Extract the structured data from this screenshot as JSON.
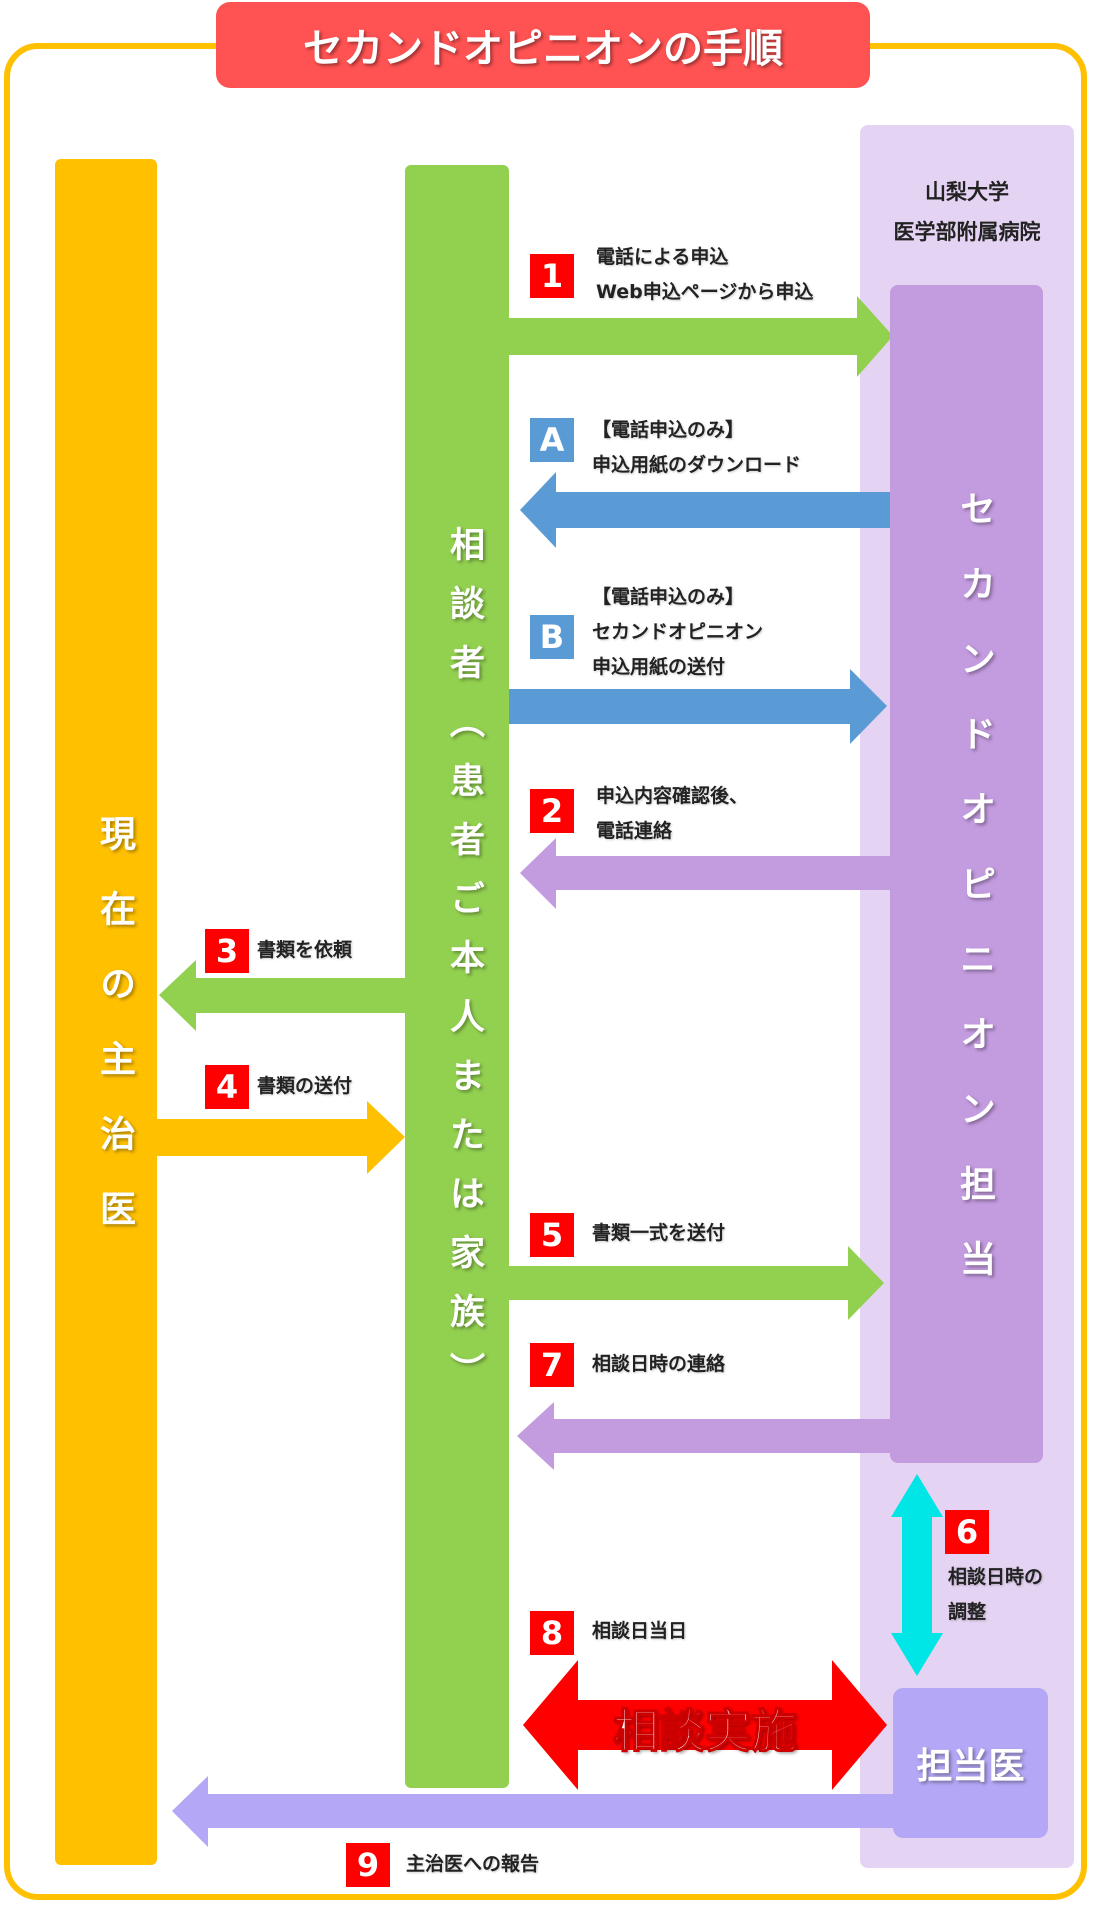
{
  "title": "セカンドオピニオンの手順",
  "actors": {
    "current_doctor": "現在の主治医",
    "patient": "相談者（患者ご本人または家族）",
    "hospital": [
      "山梨大学",
      "医学部附属病院"
    ],
    "staff": "セカンドオピニオン担当",
    "physician": "担当医"
  },
  "steps": [
    {
      "badge": "1",
      "lines": [
        "電話による申込",
        "Web申込ページから申込"
      ]
    },
    {
      "badge": "A",
      "lines": [
        "【電話申込のみ】",
        "申込用紙のダウンロード"
      ]
    },
    {
      "badge": "B",
      "lines": [
        "【電話申込のみ】",
        "セカンドオピニオン",
        "申込用紙の送付"
      ]
    },
    {
      "badge": "2",
      "lines": [
        "申込内容確認後、",
        "電話連絡"
      ]
    },
    {
      "badge": "3",
      "lines": [
        "書類を依頼"
      ]
    },
    {
      "badge": "4",
      "lines": [
        "書類の送付"
      ]
    },
    {
      "badge": "5",
      "lines": [
        "書類一式を送付"
      ]
    },
    {
      "badge": "6",
      "lines": [
        "相談日時の",
        "調整"
      ]
    },
    {
      "badge": "7",
      "lines": [
        "相談日時の連絡"
      ]
    },
    {
      "badge": "8",
      "lines": [
        "相談日当日"
      ]
    },
    {
      "badge": "9",
      "lines": [
        "主治医への報告"
      ]
    }
  ],
  "consultation": "相談実施",
  "colors": {
    "orange": "#FFC000",
    "green": "#92D050",
    "blue": "#5B9BD5",
    "purple": "#C39BDF",
    "lavender": "#B4A7F5",
    "cyan": "#00E5E5",
    "red": "#FF0000"
  }
}
